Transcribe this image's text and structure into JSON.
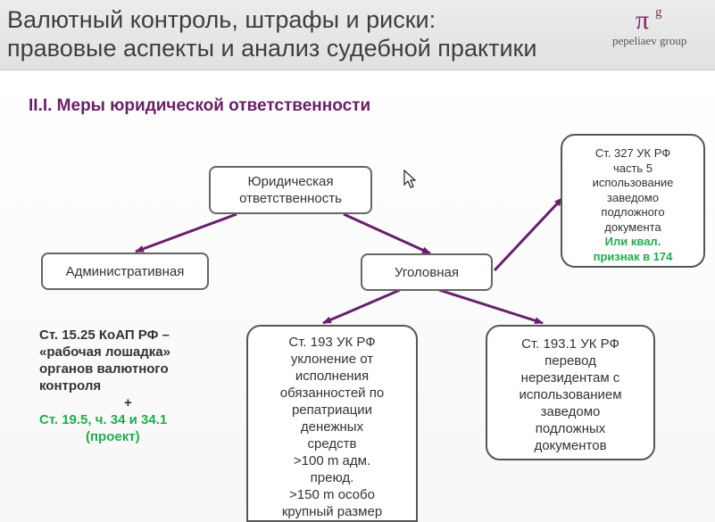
{
  "header": {
    "title_line1": "Валютный контроль, штрафы и риски:",
    "title_line2": "правовые аспекты и анализ судебной практики",
    "logo_pi": "π",
    "logo_sup": "g",
    "logo_text": "pepeliaev group"
  },
  "section_title": "II.I. Меры юридической ответственности",
  "nodes": {
    "root": [
      "Юридическая",
      "ответственность"
    ],
    "admin": "Административная",
    "criminal": "Уголовная",
    "art327": [
      "Ст. 327 УК РФ",
      "часть 5",
      "использование",
      "заведомо",
      "подложного",
      "документа"
    ],
    "art327_green": [
      "Или квал.",
      "признак в 174"
    ],
    "art193": [
      "Ст. 193 УК РФ",
      "уклонение от",
      "исполнения",
      "обязанностей по",
      "репатриации",
      "денежных",
      "средств",
      ">100 m адм.",
      "преюд.",
      ">150 m особо",
      "крупный размер"
    ],
    "art1931": [
      "Ст. 193.1 УК РФ",
      "перевод",
      "нерезидентам с",
      "использованием",
      "заведомо",
      "подложных",
      "документов"
    ]
  },
  "admin_note": {
    "lines": [
      "Ст. 15.25 КоАП РФ –",
      "«рабочая лошадка»",
      "органов валютного",
      "контроля"
    ],
    "plus": "+",
    "green_lines": [
      "Ст. 19.5, ч. 34 и 34.1",
      "(проект)"
    ]
  },
  "colors": {
    "arrow": "#6a1f6a",
    "green": "#1fae4b",
    "section": "#6a2066"
  },
  "icons": {
    "cursor": "mouse-pointer-icon"
  }
}
